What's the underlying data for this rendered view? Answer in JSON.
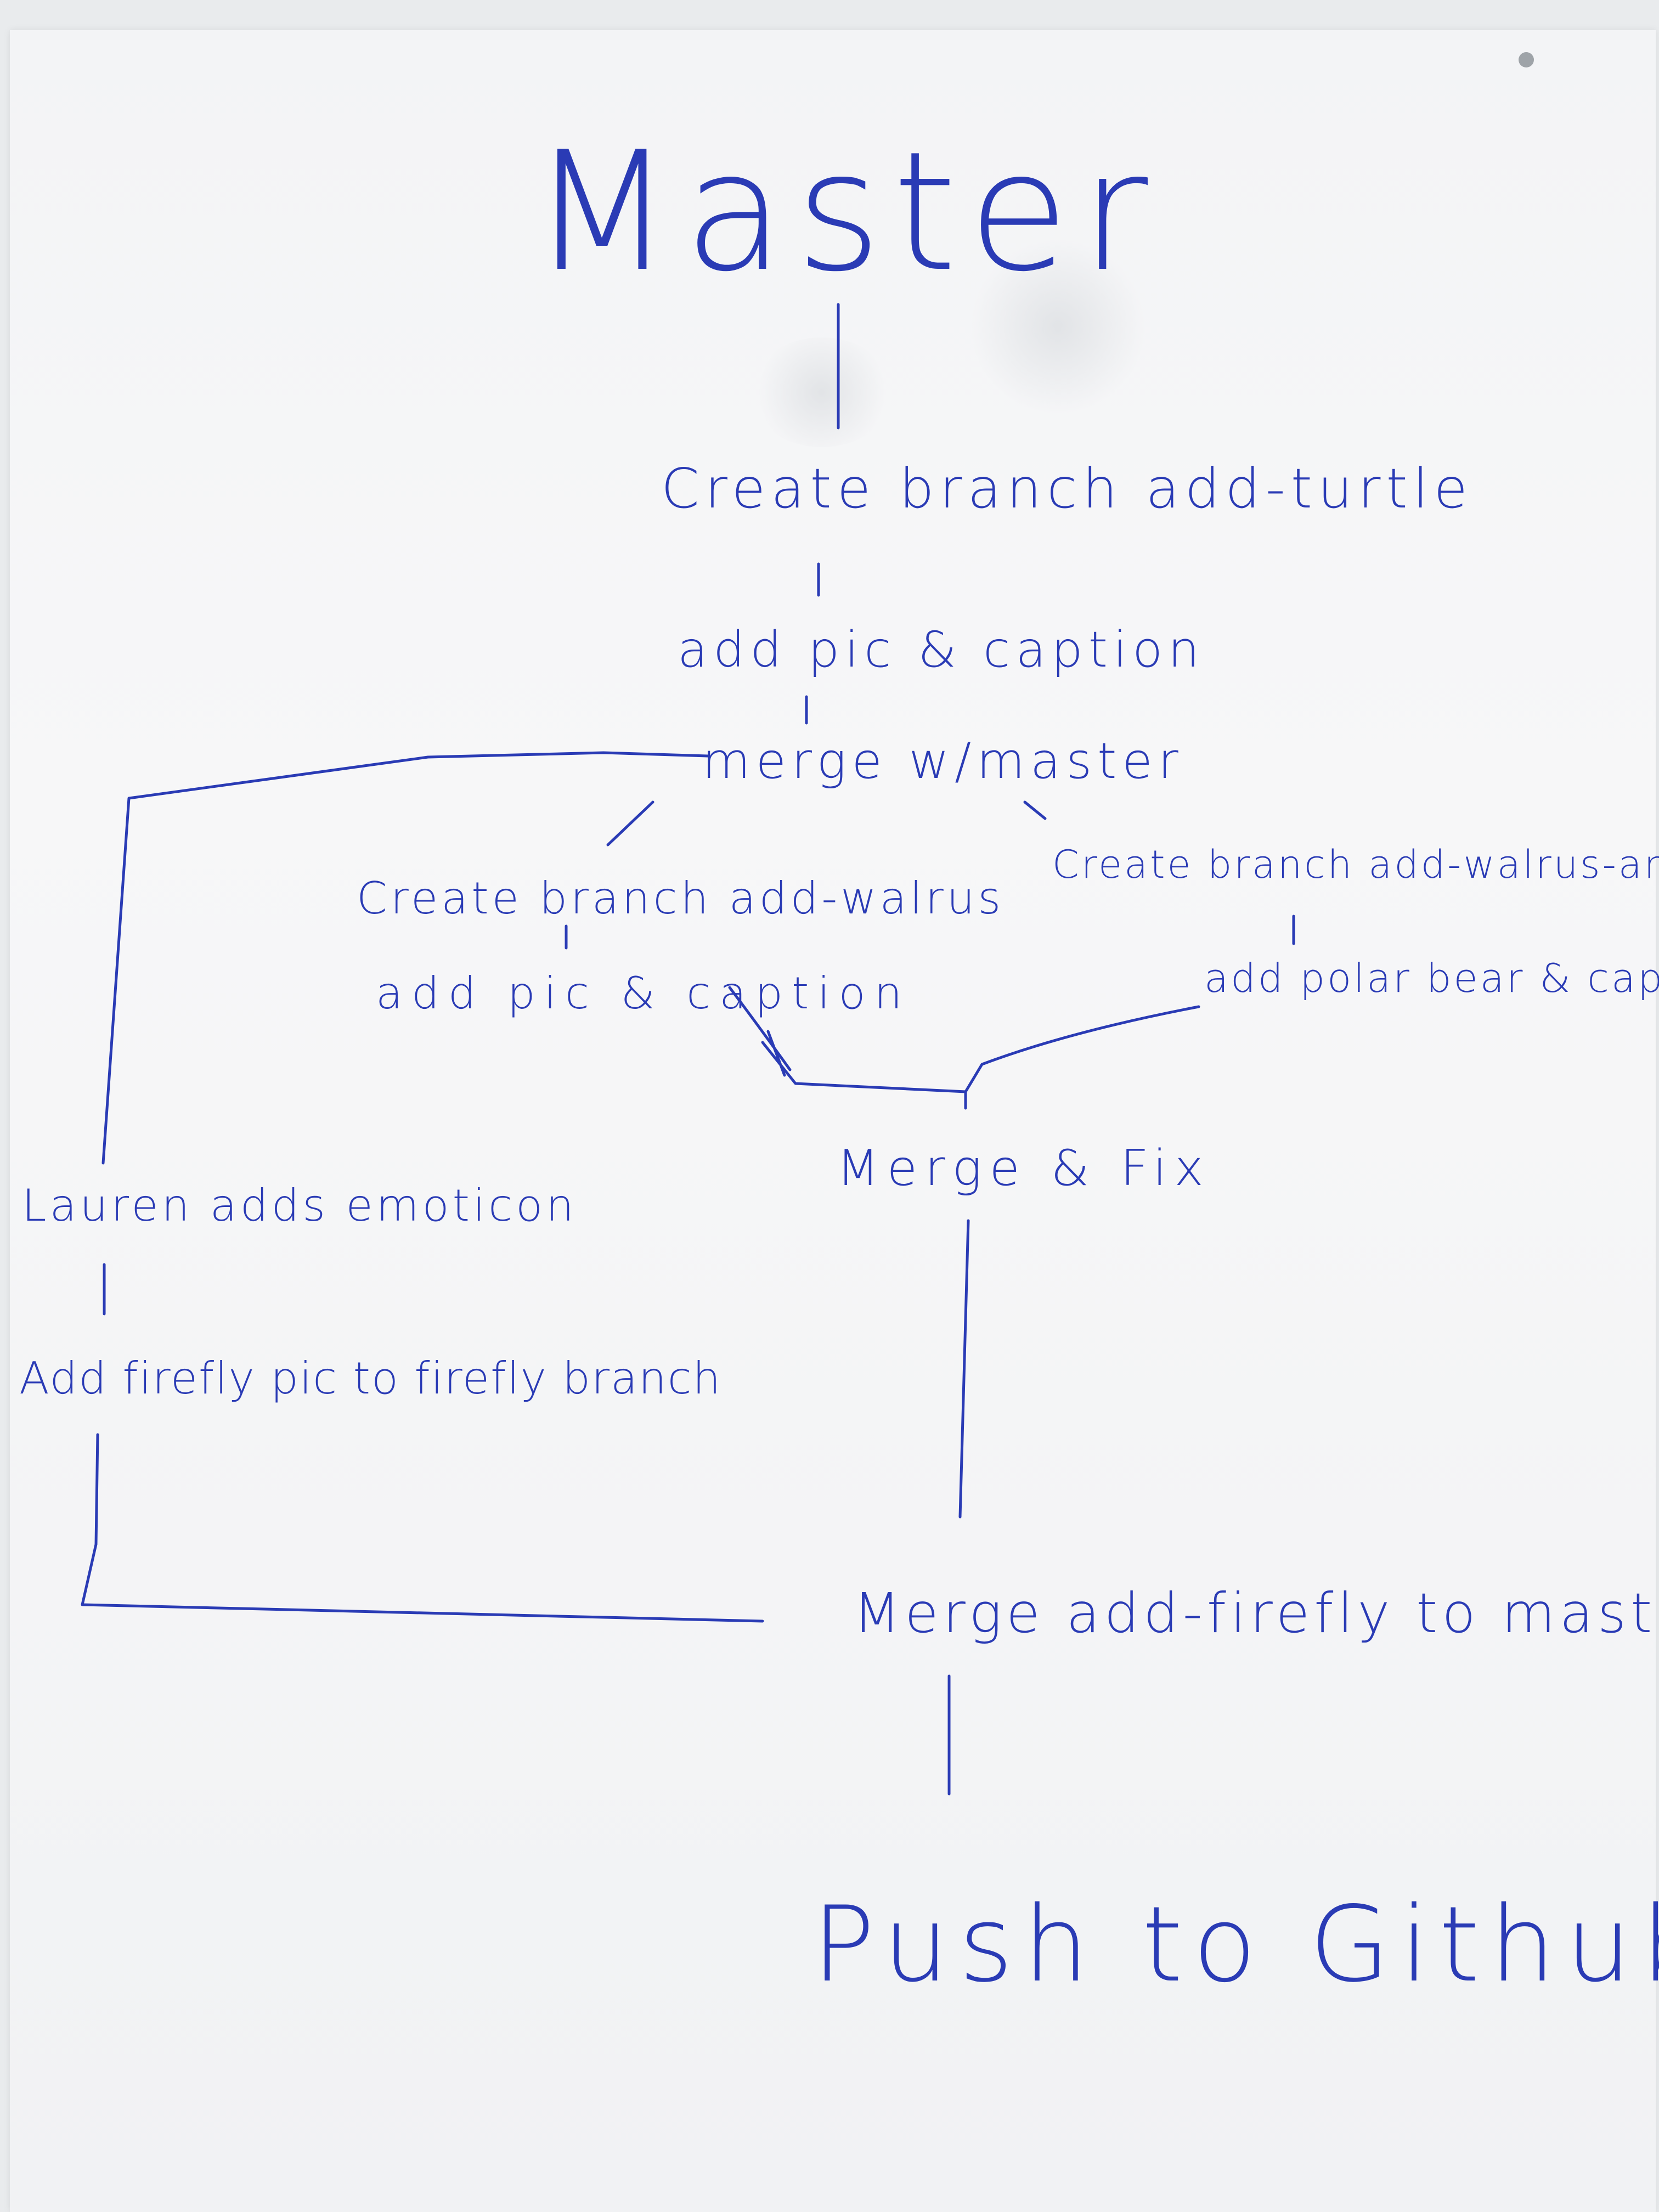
{
  "title": "Master",
  "nodes": {
    "create_turtle": "Create branch add-turtle",
    "add_pic_caption_turtle": "add pic & caption",
    "merge_master": "merge w/master",
    "create_walrus": "Create branch add-walrus",
    "add_pic_caption_walrus": "add pic & caption",
    "create_walrus_polar": "Create branch add-walrus-and-polar",
    "add_polar": "add polar bear & caption",
    "merge_fix": "Merge & Fix",
    "lauren": "Lauren adds emoticon",
    "add_firefly": "Add firefly pic to firefly branch",
    "merge_firefly": "Merge add-firefly to master",
    "push": "Push to Github"
  },
  "colors": {
    "ink": "#2a3bb5",
    "paper": "#f4f5f6"
  }
}
